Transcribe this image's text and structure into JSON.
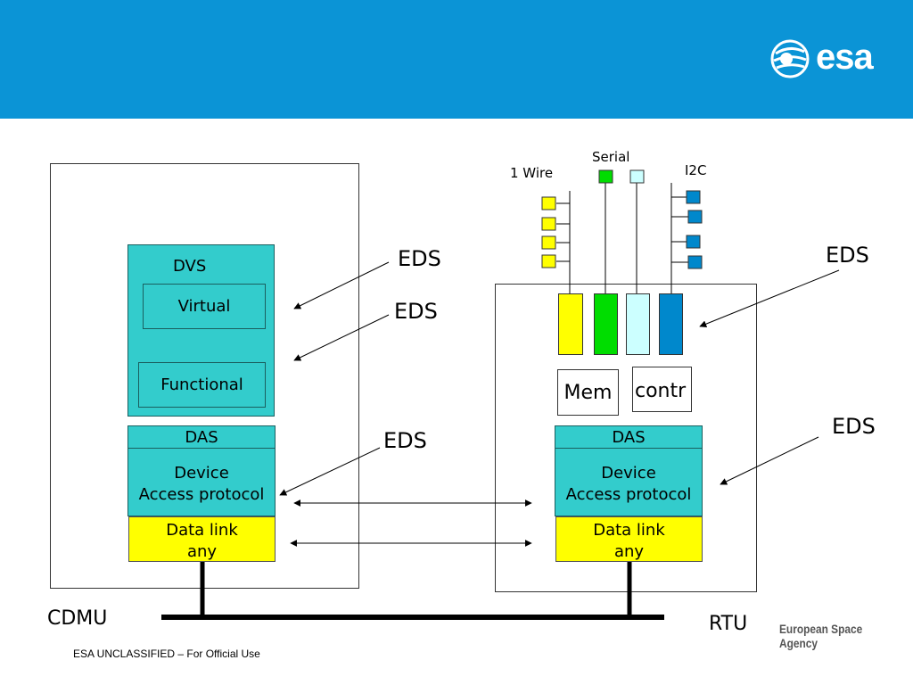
{
  "header": {
    "logo_text": "esa"
  },
  "cdmu": {
    "dvs_label": "DVS",
    "virtual_label": "Virtual",
    "functional_label": "Functional",
    "das_label": "DAS",
    "device_line1": "Device",
    "device_line2": "Access protocol",
    "datalink_line1": "Data link",
    "datalink_line2": "any",
    "name": "CDMU"
  },
  "rtu": {
    "mem_label": "Mem",
    "contr_label": "contr",
    "das_label": "DAS",
    "device_line1": "Device",
    "device_line2": "Access protocol",
    "datalink_line1": "Data link",
    "datalink_line2": "any",
    "name": "RTU"
  },
  "buses": {
    "serial": "Serial",
    "one_wire": "1 Wire",
    "i2c": "I2C"
  },
  "eds_labels": [
    "EDS",
    "EDS",
    "EDS",
    "EDS",
    "EDS"
  ],
  "colors": {
    "header": "#0b94d6",
    "teal": "#33cccc",
    "yellow": "#ffff00",
    "green": "#00dd00",
    "light_cyan": "#ccffff",
    "blue": "#0088cc"
  },
  "footer": {
    "classification": "ESA UNCLASSIFIED – For Official Use",
    "agency": "European Space Agency"
  }
}
